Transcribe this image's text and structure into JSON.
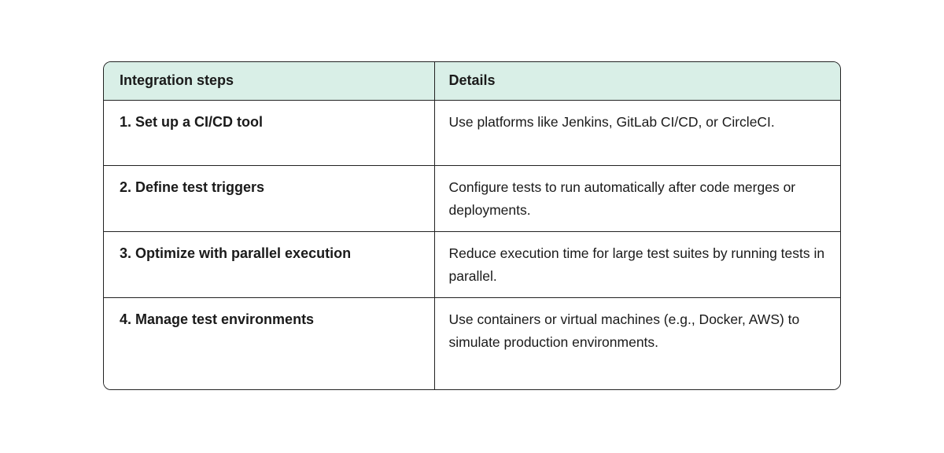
{
  "colors": {
    "page_bg": "#ffffff",
    "header_bg": "#d9efe7",
    "border": "#222222",
    "text": "#1a1a1a"
  },
  "table": {
    "columns": [
      "Integration steps",
      "Details"
    ],
    "rows": [
      {
        "step": "1. Set up a CI/CD tool",
        "detail": "Use platforms like Jenkins, GitLab CI/CD, or CircleCI."
      },
      {
        "step": "2. Define test triggers",
        "detail": "Configure tests to run automatically after code merges or deployments."
      },
      {
        "step": "3. Optimize with parallel execution",
        "detail": "Reduce execution time for large test suites by running tests in parallel."
      },
      {
        "step": "4. Manage test environments",
        "detail": "Use containers or virtual machines (e.g., Docker, AWS) to simulate production environments."
      }
    ]
  }
}
